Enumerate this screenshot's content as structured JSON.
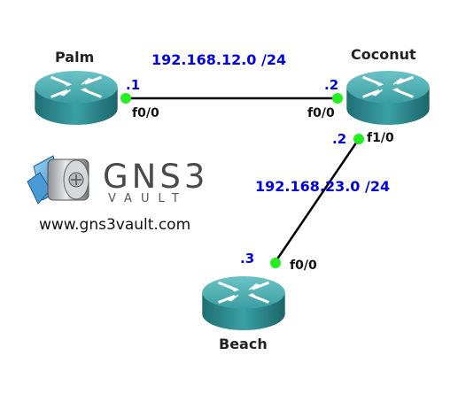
{
  "colors": {
    "ip_label": "#0000dd",
    "link": "#000000",
    "interface_dot": "#22ee22",
    "router_body": "#2e8c8f"
  },
  "routers": [
    {
      "name": "Palm"
    },
    {
      "name": "Coconut"
    },
    {
      "name": "Beach"
    }
  ],
  "links": [
    {
      "network": "192.168.12.0 /24",
      "a": {
        "host": ".1",
        "interface": "f0/0"
      },
      "b": {
        "host": ".2",
        "interface": "f0/0"
      }
    },
    {
      "network": "192.168.23.0 /24",
      "a": {
        "host": ".2",
        "interface": "f1/0"
      },
      "b": {
        "host": ".3",
        "interface": "f0/0"
      }
    }
  ],
  "logo": {
    "brand": "GNS3",
    "sub": "VAULT",
    "url": "www.gns3vault.com",
    "icon": "gns3-vault-logo-icon"
  }
}
